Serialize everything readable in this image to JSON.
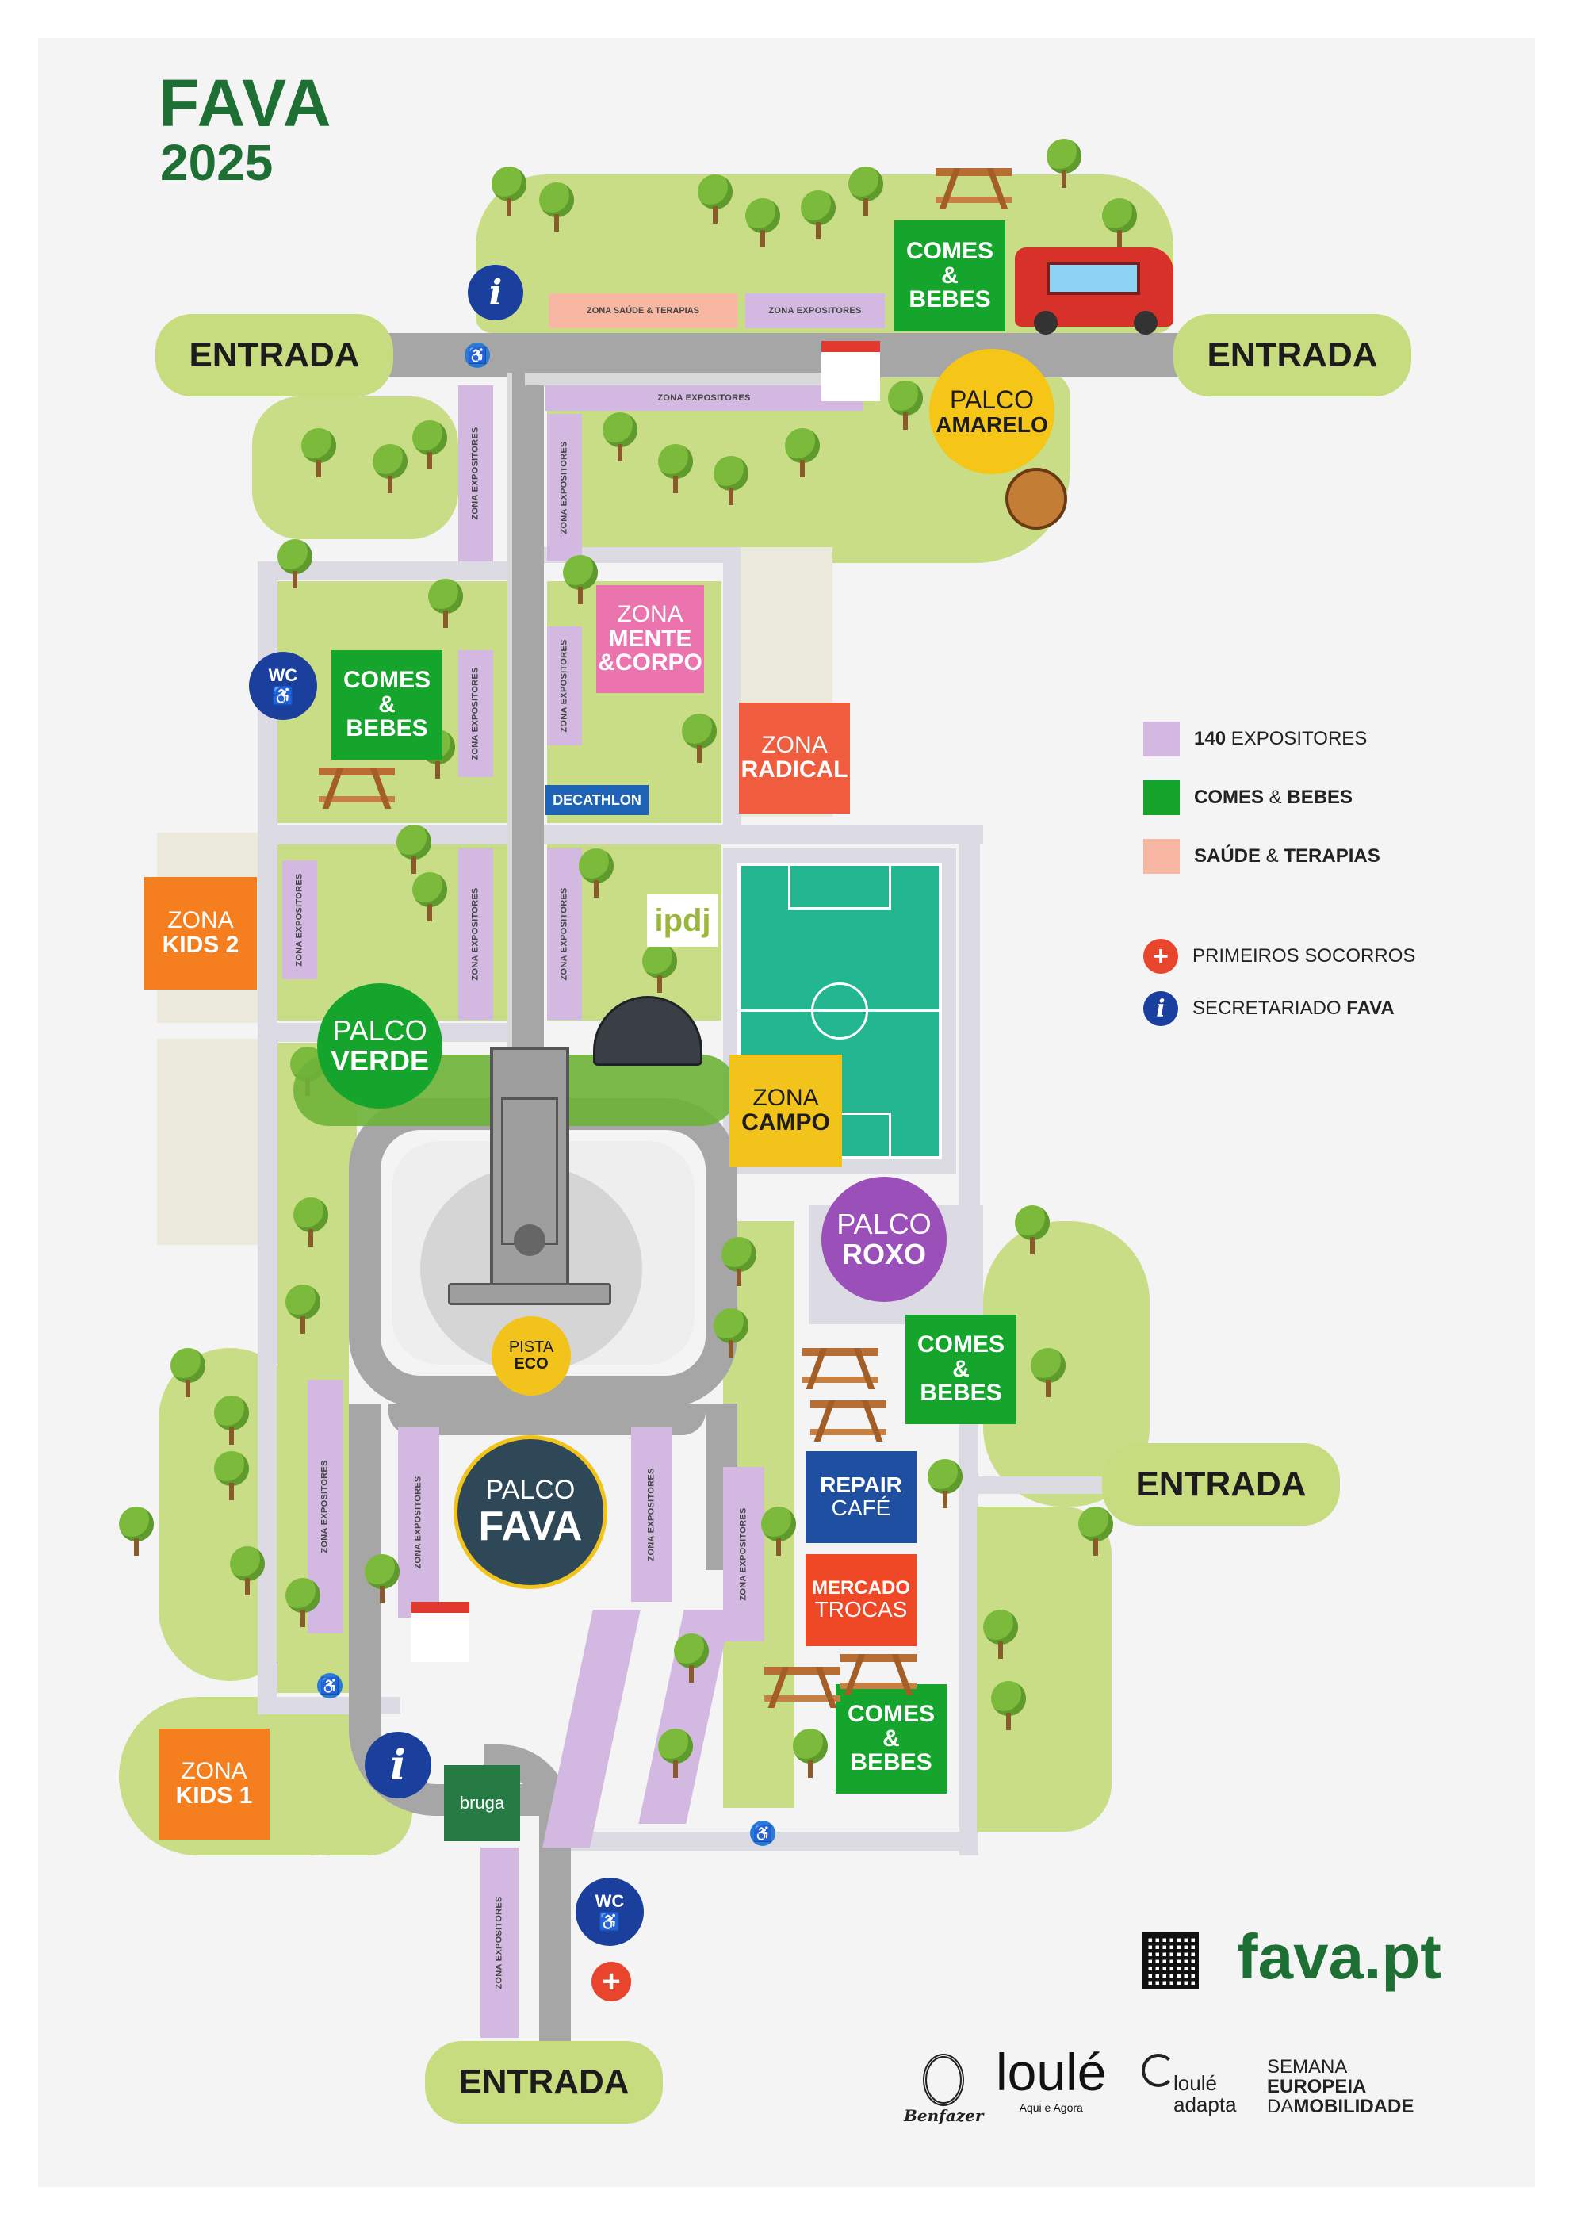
{
  "brand": {
    "name": "FAVA",
    "year": "2025",
    "site": "fava.pt",
    "color": "#1d6f34"
  },
  "entrances": {
    "label": "ENTRADA"
  },
  "expo_label": "ZONA EXPOSITORES",
  "zones": {
    "saude": "ZONA SAÚDE & TERAPIAS",
    "comes_bebes": {
      "l1": "COMES",
      "amp": "&",
      "l2": "BEBES"
    },
    "mente_corpo": {
      "l1": "ZONA",
      "l2": "MENTE",
      "l3": "&CORPO"
    },
    "radical": {
      "l1": "ZONA",
      "l2": "RADICAL"
    },
    "kids2": {
      "l1": "ZONA",
      "l2": "KIDS 2"
    },
    "kids1": {
      "l1": "ZONA",
      "l2": "KIDS 1"
    },
    "campo": {
      "l1": "ZONA",
      "l2": "CAMPO"
    },
    "repair": {
      "l1": "REPAIR",
      "l2": "CAFÉ"
    },
    "mercado": {
      "l1": "MERCADO",
      "l2": "TROCAS"
    },
    "pista": {
      "l1": "PISTA",
      "l2": "ECO"
    },
    "decathlon": "DECATHLON",
    "ipdj": "ipdj",
    "bruga": "bruga"
  },
  "stages": {
    "amarelo": {
      "l1": "PALCO",
      "l2": "AMARELO",
      "color": "#f5c518"
    },
    "verde": {
      "l1": "PALCO",
      "l2": "VERDE",
      "color": "#16a52c"
    },
    "roxo": {
      "l1": "PALCO",
      "l2": "ROXO",
      "color": "#9b4fb8"
    },
    "fava": {
      "l1": "PALCO",
      "l2": "FAVA",
      "color": "#2f4858"
    }
  },
  "facilities": {
    "wc": "WC",
    "info": "i",
    "first_aid": "+"
  },
  "legend": {
    "expositores": {
      "bold": "140",
      "text": " EXPOSITORES",
      "color": "#d3b9e1"
    },
    "comes": {
      "bold": "COMES",
      "text": " & ",
      "bold2": "BEBES",
      "color": "#16a52c"
    },
    "saude": {
      "bold": "SAÚDE",
      "text": " & ",
      "bold2": "TERAPIAS",
      "color": "#f7b7a3"
    },
    "socorros": {
      "text": "PRIMEIROS SOCORROS",
      "color": "#e8452c"
    },
    "secretariado": {
      "text": "SECRETARIADO ",
      "bold": "FAVA",
      "color": "#1b3f9c"
    }
  },
  "sponsors": {
    "benfazer": "Benfazer",
    "loule": "loulé",
    "loule_sub": "Aqui e Agora",
    "adapta_1": "loulé",
    "adapta_2": "adapta",
    "semana_1": "SEMANA",
    "semana_2": "EUROPEIA",
    "semana_3a": "DA",
    "semana_3b": "MOBILIDADE"
  }
}
